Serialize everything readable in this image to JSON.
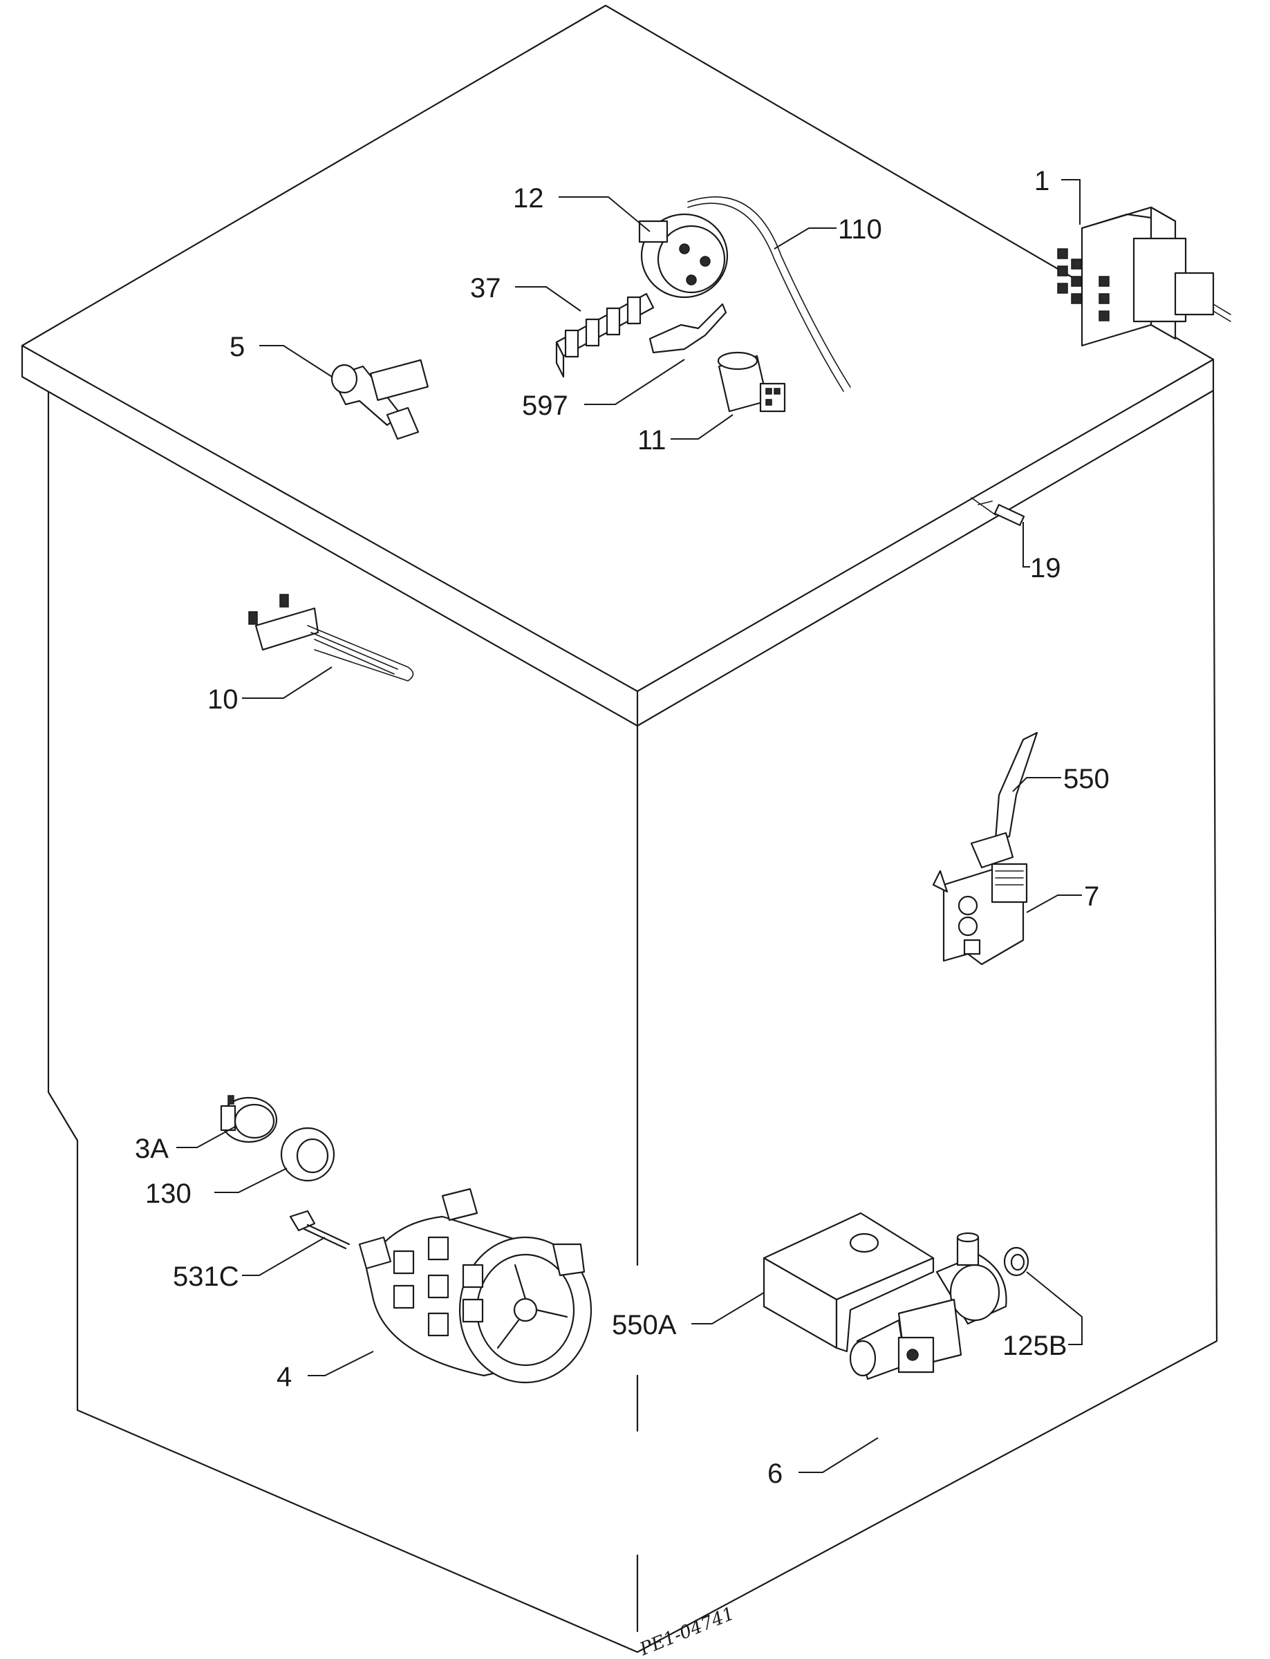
{
  "labels": {
    "p1": "1",
    "p12": "12",
    "p110": "110",
    "p37": "37",
    "p5": "5",
    "p597": "597",
    "p11": "11",
    "p19": "19",
    "p10": "10",
    "p550": "550",
    "p7": "7",
    "p3a": "3A",
    "p130": "130",
    "p531c": "531C",
    "p4": "4",
    "p550a": "550A",
    "p125b": "125B",
    "p6": "6"
  },
  "drawing_ref": "PE1-04741"
}
